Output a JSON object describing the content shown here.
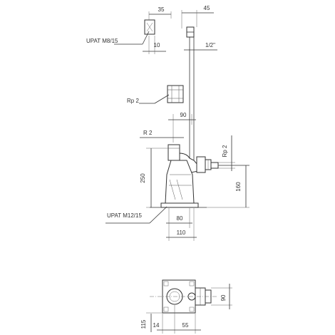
{
  "labels": {
    "upat_m8": "UPAT M8/15",
    "rp2_left": "Rp 2",
    "r2": "R 2",
    "rp2_right": "Rp 2",
    "upat_m12": "UPAT M12/15"
  },
  "dimensions": {
    "d35": "35",
    "d45": "45",
    "d10": "10",
    "d_half_inch": "1/2\"",
    "d90_top": "90",
    "d250": "250",
    "d160": "160",
    "d80": "80",
    "d110": "110",
    "d90_side": "90",
    "d115": "115",
    "d14": "14",
    "d55": "55"
  }
}
